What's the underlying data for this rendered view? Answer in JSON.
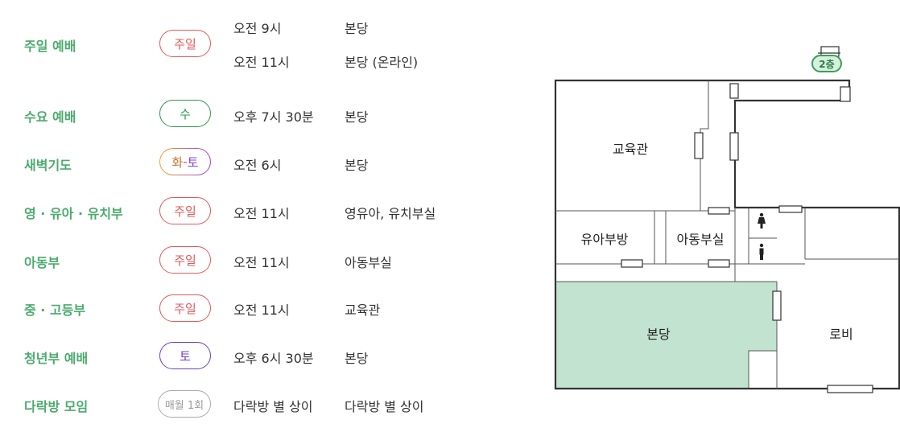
{
  "schedule": [
    {
      "name": "주일 예배",
      "badge": "주일",
      "time": "오전 9시",
      "place": "본당",
      "time2": "오전 11시",
      "place2": "본당 (온라인)"
    },
    {
      "name": "수요 예배",
      "badge": "수",
      "time": "오후 7시 30분",
      "place": "본당"
    },
    {
      "name": "새벽기도",
      "badge_from": "화",
      "badge_sep": "-",
      "badge_to": "토",
      "time": "오전 6시",
      "place": "본당"
    },
    {
      "name": "영 · 유아 · 유치부",
      "badge": "주일",
      "time": "오전 11시",
      "place": "영유아, 유치부실"
    },
    {
      "name": "아동부",
      "badge": "주일",
      "time": "오전 11시",
      "place": "아동부실"
    },
    {
      "name": "중 · 고등부",
      "badge": "주일",
      "time": "오전 11시",
      "place": "교육관"
    },
    {
      "name": "청년부 예배",
      "badge": "토",
      "time": "오후 6시 30분",
      "place": "본당"
    },
    {
      "name": "다락방 모임",
      "badge": "매월 1회",
      "time": "다락방 별 상이",
      "place": "다락방 별 상이"
    }
  ],
  "map": {
    "floor_badge": "2층",
    "rooms": {
      "education": "교육관",
      "infant": "유아부방",
      "children": "아동부실",
      "sanctuary": "본당",
      "lobby": "로비"
    },
    "highlight_color": "#c2e3cf",
    "restroom_icons": [
      "woman-icon",
      "man-icon"
    ]
  },
  "colors": {
    "name_green": "#4bab6e",
    "sunday_red": "#e05a5a",
    "wednesday_green": "#2e9a4a",
    "saturday_purple": "#6b3fc9",
    "monthly_gray": "#999999"
  }
}
